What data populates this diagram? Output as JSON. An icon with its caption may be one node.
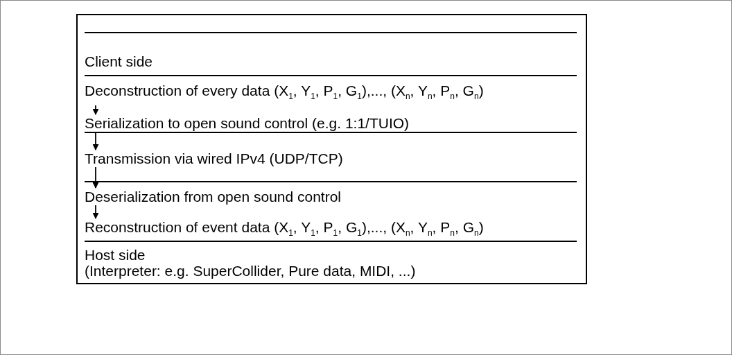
{
  "diagram": {
    "nodes": [
      {
        "text": [
          "Client side"
        ]
      },
      {
        "text": [
          "Deconstruction of every data (X$_{1}$, Y$_{1}$, P$_{1}$, G$_{1}$),..., (X$_{n}$, Y$_{n}$, P$_{n}$, G$_{n}$)"
        ]
      },
      {
        "text": [
          "Serialization to open sound control (e.g. 1:1/TUIO)"
        ]
      },
      {
        "text": [
          "Transmission via wired IPv4 (UDP/TCP)"
        ]
      },
      {
        "text": [
          "Deserialization from open sound control"
        ]
      },
      {
        "text": [
          "Reconstruction of event data (X$_{1}$, Y$_{1}$, P$_{1}$, G$_{1}$),..., (X$_{n}$, Y$_{n}$, P$_{n}$, G$_{n}$)"
        ]
      },
      {
        "text": [
          "Host side",
          "(Interpreter: e.g. SuperCollider, Pure data, MIDI, ...)"
        ]
      }
    ],
    "edges": [
      {
        "from": 1,
        "to": 2,
        "arrow": "to"
      },
      {
        "from": 2,
        "to": 3,
        "arrow": "to"
      },
      {
        "from": 3,
        "to": 4,
        "arrow": "to"
      },
      {
        "from": 4,
        "to": 5,
        "arrow": "to"
      }
    ]
  }
}
